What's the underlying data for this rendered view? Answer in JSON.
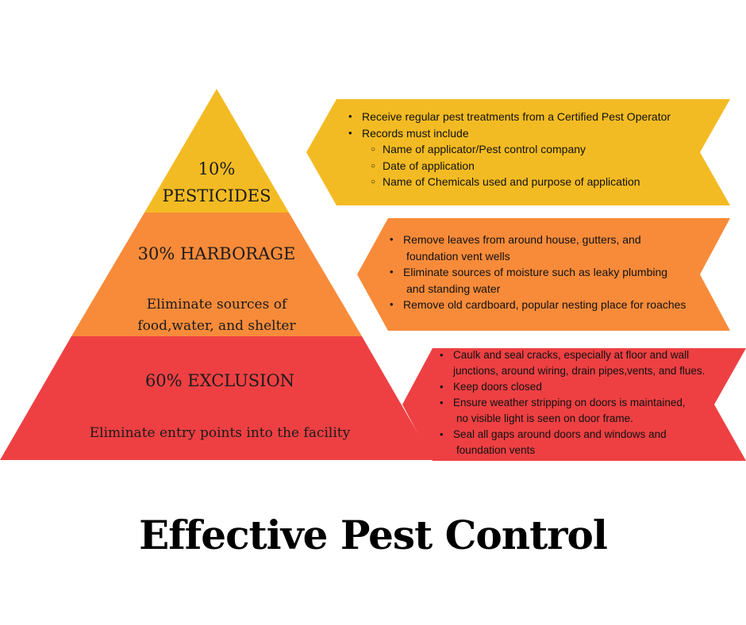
{
  "colors": {
    "yellow": "#F3BB23",
    "orange": "#F88B3A",
    "red": "#EE4043"
  },
  "pyramid": {
    "top": {
      "line1": "10%",
      "line2": "PESTICIDES"
    },
    "middle": {
      "heading": "30% HARBORAGE",
      "desc_line1": "Eliminate sources of",
      "desc_line2": "food,water, and shelter"
    },
    "bottom": {
      "heading": "60% EXCLUSION",
      "desc": "Eliminate entry points into the facility"
    }
  },
  "boxes": {
    "pesticides": {
      "items": [
        "Receive regular pest treatments from a Certified Pest Operator",
        "Records must include"
      ],
      "subitems": [
        "Name of applicator/Pest control company",
        "Date of application",
        "Name of Chemicals used and purpose of application"
      ]
    },
    "harborage": {
      "items": [
        {
          "line1": "Remove leaves from around house, gutters, and",
          "line2": "foundation vent wells"
        },
        {
          "line1": "Eliminate sources of moisture such as leaky plumbing",
          "line2": "and standing water"
        },
        {
          "line1": "Remove old cardboard, popular nesting place for roaches",
          "line2": ""
        }
      ]
    },
    "exclusion": {
      "items": [
        {
          "line1": "Caulk and seal cracks, especially at floor and wall",
          "line2": "junctions, around wiring, drain pipes,vents, and flues."
        },
        {
          "line1": "Keep doors closed",
          "line2": ""
        },
        {
          "line1": "Ensure weather stripping on doors is maintained,",
          "line2": "no visible light is seen on door frame."
        },
        {
          "line1": "Seal all gaps around doors and windows and",
          "line2": "foundation vents"
        }
      ]
    }
  },
  "title": "Effective Pest Control"
}
